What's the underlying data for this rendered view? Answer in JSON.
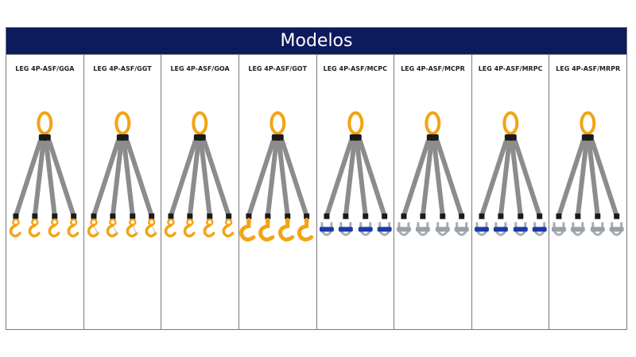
{
  "header": {
    "title": "Modelos"
  },
  "models": [
    {
      "label": "LEG 4P-ASF/GGA",
      "hook_icon": "swivel-hook-small-icon",
      "hook_color": "#f2a413"
    },
    {
      "label": "LEG 4P-ASF/GGT",
      "hook_icon": "swivel-hook-latch-icon",
      "hook_color": "#f2a413"
    },
    {
      "label": "LEG 4P-ASF/GOA",
      "hook_icon": "swivel-hook-small-icon",
      "hook_color": "#f2a413"
    },
    {
      "label": "LEG 4P-ASF/GOT",
      "hook_icon": "large-hook-icon",
      "hook_color": "#f2a413"
    },
    {
      "label": "LEG 4P-ASF/MCPC",
      "hook_icon": "shackle-icon",
      "hook_color": "#1d3aa8"
    },
    {
      "label": "LEG 4P-ASF/MCPR",
      "hook_icon": "shackle-icon",
      "hook_color": "#9aa0a8"
    },
    {
      "label": "LEG 4P-ASF/MRPC",
      "hook_icon": "shackle-icon",
      "hook_color": "#1d3aa8"
    },
    {
      "label": "LEG 4P-ASF/MRPR",
      "hook_icon": "shackle-icon",
      "hook_color": "#9aa0a8"
    }
  ],
  "colors": {
    "header_bg": "#0d1a5c",
    "master_link": "#f2a413",
    "sling": "#8c8c8c",
    "sling_end": "#1a1a1a"
  }
}
